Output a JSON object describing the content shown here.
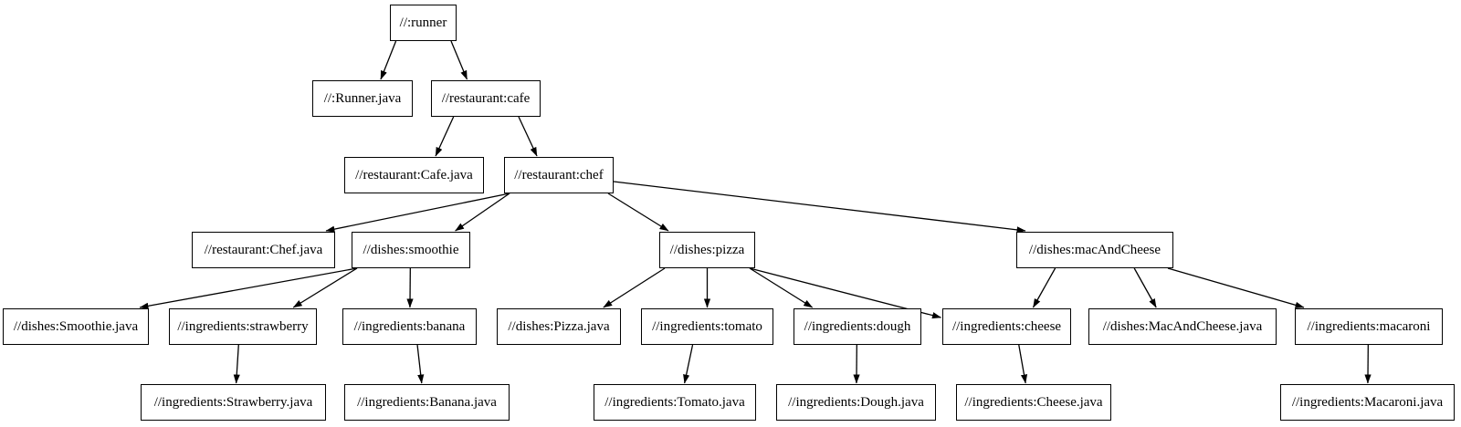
{
  "diagram": {
    "kind": "dependency-graph",
    "colors": {
      "background": "#ffffff",
      "node_fill": "#ffffff",
      "node_border": "#000000",
      "edge": "#000000",
      "text": "#000000"
    },
    "nodes": [
      {
        "id": "runner",
        "label": "//:runner"
      },
      {
        "id": "runner_java",
        "label": "//:Runner.java"
      },
      {
        "id": "cafe",
        "label": "//restaurant:cafe"
      },
      {
        "id": "cafe_java",
        "label": "//restaurant:Cafe.java"
      },
      {
        "id": "chef",
        "label": "//restaurant:chef"
      },
      {
        "id": "chef_java",
        "label": "//restaurant:Chef.java"
      },
      {
        "id": "smoothie",
        "label": "//dishes:smoothie"
      },
      {
        "id": "smoothie_java",
        "label": "//dishes:Smoothie.java"
      },
      {
        "id": "strawberry",
        "label": "//ingredients:strawberry"
      },
      {
        "id": "strawberry_java",
        "label": "//ingredients:Strawberry.java"
      },
      {
        "id": "banana",
        "label": "//ingredients:banana"
      },
      {
        "id": "banana_java",
        "label": "//ingredients:Banana.java"
      },
      {
        "id": "pizza",
        "label": "//dishes:pizza"
      },
      {
        "id": "pizza_java",
        "label": "//dishes:Pizza.java"
      },
      {
        "id": "tomato",
        "label": "//ingredients:tomato"
      },
      {
        "id": "tomato_java",
        "label": "//ingredients:Tomato.java"
      },
      {
        "id": "dough",
        "label": "//ingredients:dough"
      },
      {
        "id": "dough_java",
        "label": "//ingredients:Dough.java"
      },
      {
        "id": "cheese",
        "label": "//ingredients:cheese"
      },
      {
        "id": "cheese_java",
        "label": "//ingredients:Cheese.java"
      },
      {
        "id": "macandcheese",
        "label": "//dishes:macAndCheese"
      },
      {
        "id": "macandcheese_java",
        "label": "//dishes:MacAndCheese.java"
      },
      {
        "id": "macaroni",
        "label": "//ingredients:macaroni"
      },
      {
        "id": "macaroni_java",
        "label": "//ingredients:Macaroni.java"
      }
    ],
    "edges": [
      {
        "from": "runner",
        "to": "runner_java"
      },
      {
        "from": "runner",
        "to": "cafe"
      },
      {
        "from": "cafe",
        "to": "cafe_java"
      },
      {
        "from": "cafe",
        "to": "chef"
      },
      {
        "from": "chef",
        "to": "chef_java"
      },
      {
        "from": "chef",
        "to": "smoothie"
      },
      {
        "from": "chef",
        "to": "pizza"
      },
      {
        "from": "chef",
        "to": "macandcheese"
      },
      {
        "from": "smoothie",
        "to": "smoothie_java"
      },
      {
        "from": "smoothie",
        "to": "strawberry"
      },
      {
        "from": "smoothie",
        "to": "banana"
      },
      {
        "from": "strawberry",
        "to": "strawberry_java"
      },
      {
        "from": "banana",
        "to": "banana_java"
      },
      {
        "from": "pizza",
        "to": "pizza_java"
      },
      {
        "from": "pizza",
        "to": "tomato"
      },
      {
        "from": "pizza",
        "to": "dough"
      },
      {
        "from": "pizza",
        "to": "cheese"
      },
      {
        "from": "tomato",
        "to": "tomato_java"
      },
      {
        "from": "dough",
        "to": "dough_java"
      },
      {
        "from": "cheese",
        "to": "cheese_java"
      },
      {
        "from": "macandcheese",
        "to": "cheese"
      },
      {
        "from": "macandcheese",
        "to": "macandcheese_java"
      },
      {
        "from": "macandcheese",
        "to": "macaroni"
      },
      {
        "from": "macaroni",
        "to": "macaroni_java"
      }
    ]
  }
}
